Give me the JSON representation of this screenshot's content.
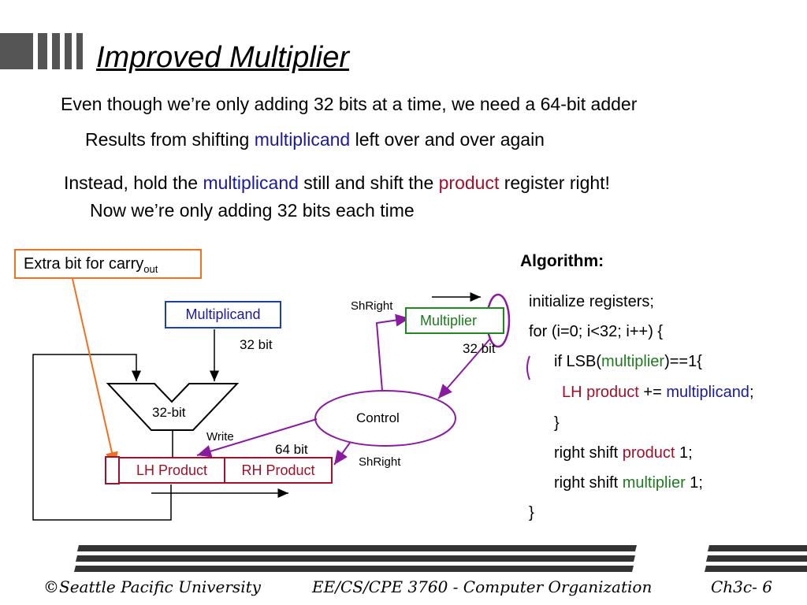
{
  "slide": {
    "title": "Improved Multiplier",
    "bullet1": "Even though we’re only adding 32 bits at a time, we need a 64-bit adder",
    "bullet2": {
      "pre": "Results from shifting ",
      "highlight": "multiplicand",
      "post": " left over and over again"
    },
    "bullet3": {
      "pre": "Instead, hold the ",
      "hl1": "multiplicand",
      "mid": " still and shift the ",
      "hl2": "product",
      "post": " register right!"
    },
    "bullet4": "Now we’re only adding 32 bits each time"
  },
  "diagram": {
    "callout": {
      "text": "Extra bit for carry",
      "sub": "out"
    },
    "multiplicand_label": "Multiplicand",
    "multiplier_label": "Multiplier",
    "alu_label": "32-bit",
    "control_label": "Control",
    "lh_product_label": "LH Product",
    "rh_product_label": "RH Product",
    "bits_32_left": "32 bit",
    "bits_32_right": "32 bit",
    "bits_64": "64 bit",
    "write_label": "Write",
    "shright_top": "ShRight",
    "shright_bottom": "ShRight",
    "colors": {
      "multiplicand": "#1a40b0",
      "multiplier": "#1e8a1e",
      "product": "#a0102a",
      "control": "#8a1aa0",
      "callout": "#f07020"
    }
  },
  "algorithm": {
    "title": "Algorithm:",
    "line1": "initialize registers;",
    "line2": "for (i=0; i<32; i++) {",
    "line3": {
      "pre": "if LSB(",
      "hl": "multiplier",
      "post": ")==1{"
    },
    "line4": {
      "hl1": "LH product",
      "mid": " += ",
      "hl2": "multiplicand",
      "post": ";"
    },
    "line5": "}",
    "line6": {
      "pre": "right shift ",
      "hl": "product",
      "post": " 1;"
    },
    "line7": {
      "pre": "right shift ",
      "hl": "multiplier",
      "post": " 1;"
    },
    "line8": "}"
  },
  "footer": {
    "left": "©Seattle Pacific University",
    "center": "EE/CS/CPE 3760 - Computer Organization",
    "right": "Ch3c- 6"
  }
}
